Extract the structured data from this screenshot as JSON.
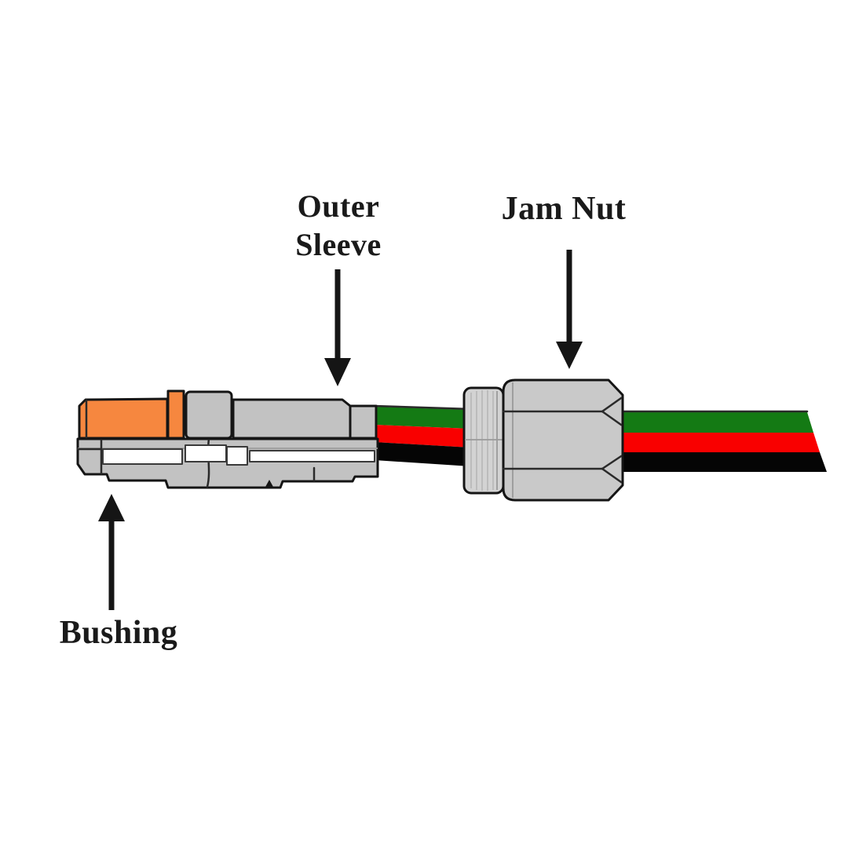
{
  "labels": {
    "outer_sleeve": {
      "line1": "Outer",
      "line2": "Sleeve"
    },
    "jam_nut": {
      "line1": "Jam Nut"
    },
    "bushing": {
      "line1": "Bushing"
    }
  },
  "colors": {
    "page_white": "#ffffff",
    "text_black": "#1a1a1a",
    "outline_black": "#151515",
    "body_gray": "#c2c2c2",
    "collar_gray": "#d3d3d3",
    "nut_gray": "#c9c9c9",
    "bushing_orange": "#f6873f",
    "slot_white": "#ffffff",
    "wire_green": "#147a14",
    "wire_red": "#f90000",
    "wire_black": "#050505"
  }
}
